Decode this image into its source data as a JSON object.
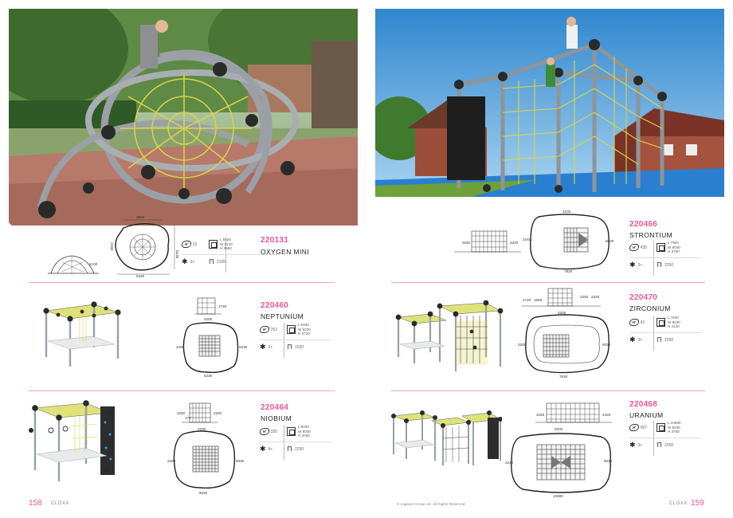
{
  "left_page": {
    "number": "158",
    "brand": "CLOXX"
  },
  "right_page": {
    "number": "159",
    "brand": "CLOXX",
    "copyright": "© Lappset Group Ltd. All Rights Reserved."
  },
  "colors": {
    "accent": "#e8559a",
    "divider": "#f2a6c6",
    "rope": "#d8d44a",
    "frame": "#9aa0a6",
    "ball": "#2a2a2a"
  },
  "products": {
    "oxygen": {
      "code": "220131",
      "name": "OXYGEN MINI",
      "users": "23",
      "dims": [
        "L 5420",
        "W 5130",
        "H 3960"
      ],
      "age": "3+",
      "height": "2100",
      "drawing": {
        "top_width": "3960",
        "bottom_width": "5420",
        "side_height": "5130",
        "left_height": "2430",
        "elevation_height": "2100"
      }
    },
    "neptunium": {
      "code": "220460",
      "name": "NEPTUNIUM",
      "users": "252",
      "dims": [
        "L 5230",
        "W 5230",
        "H 3710"
      ],
      "age": "3+",
      "height": "1650",
      "drawing": {
        "elev_height": "1720",
        "inner_w": "2200",
        "inner_h": "2200",
        "outer_w": "5230",
        "outer_h": "5230"
      }
    },
    "niobium": {
      "code": "220464",
      "name": "NIOBIUM",
      "users": "320",
      "dims": [
        "L 6030",
        "W 6030",
        "H 3750"
      ],
      "age": "4+",
      "height": "2250",
      "drawing": {
        "elev_left": "2250",
        "elev_mid": "170",
        "elev_right": "2320",
        "inner_w": "2200",
        "inner_h": "2200",
        "outer_w": "6030",
        "outer_h": "6030"
      }
    },
    "strontium": {
      "code": "220466",
      "name": "STRONTIUM",
      "users": "435",
      "dims": [
        "L 7920",
        "W 6030",
        "H 3750"
      ],
      "age": "3+",
      "height": "2250",
      "drawing": {
        "elev_left": "2250",
        "elev_right": "2320",
        "top_w": "4200",
        "left_h": "2240",
        "outer_w": "7920",
        "outer_h": "6030"
      }
    },
    "zirconium": {
      "code": "220470",
      "name": "ZIRCONIUM",
      "users": "41",
      "dims": [
        "L 7630",
        "W 6030",
        "H 4120"
      ],
      "age": "3+",
      "height": "2250",
      "drawing": {
        "elev_a": "1720",
        "elev_b": "1650",
        "elev_c": "2250",
        "elev_d": "2320",
        "top_w": "4200",
        "left_h": "2200",
        "outer_w": "7630",
        "outer_h": "6030"
      }
    },
    "uranium": {
      "code": "220468",
      "name": "URANIUM",
      "users": "567",
      "dims": [
        "L 10690",
        "W 8030",
        "H 3750"
      ],
      "age": "3+",
      "height": "2250",
      "drawing": {
        "elev_left": "2250",
        "elev_right": "2320",
        "top_w": "6200",
        "left_h": "2240",
        "outer_w": "10690",
        "outer_h": "8030"
      }
    }
  }
}
